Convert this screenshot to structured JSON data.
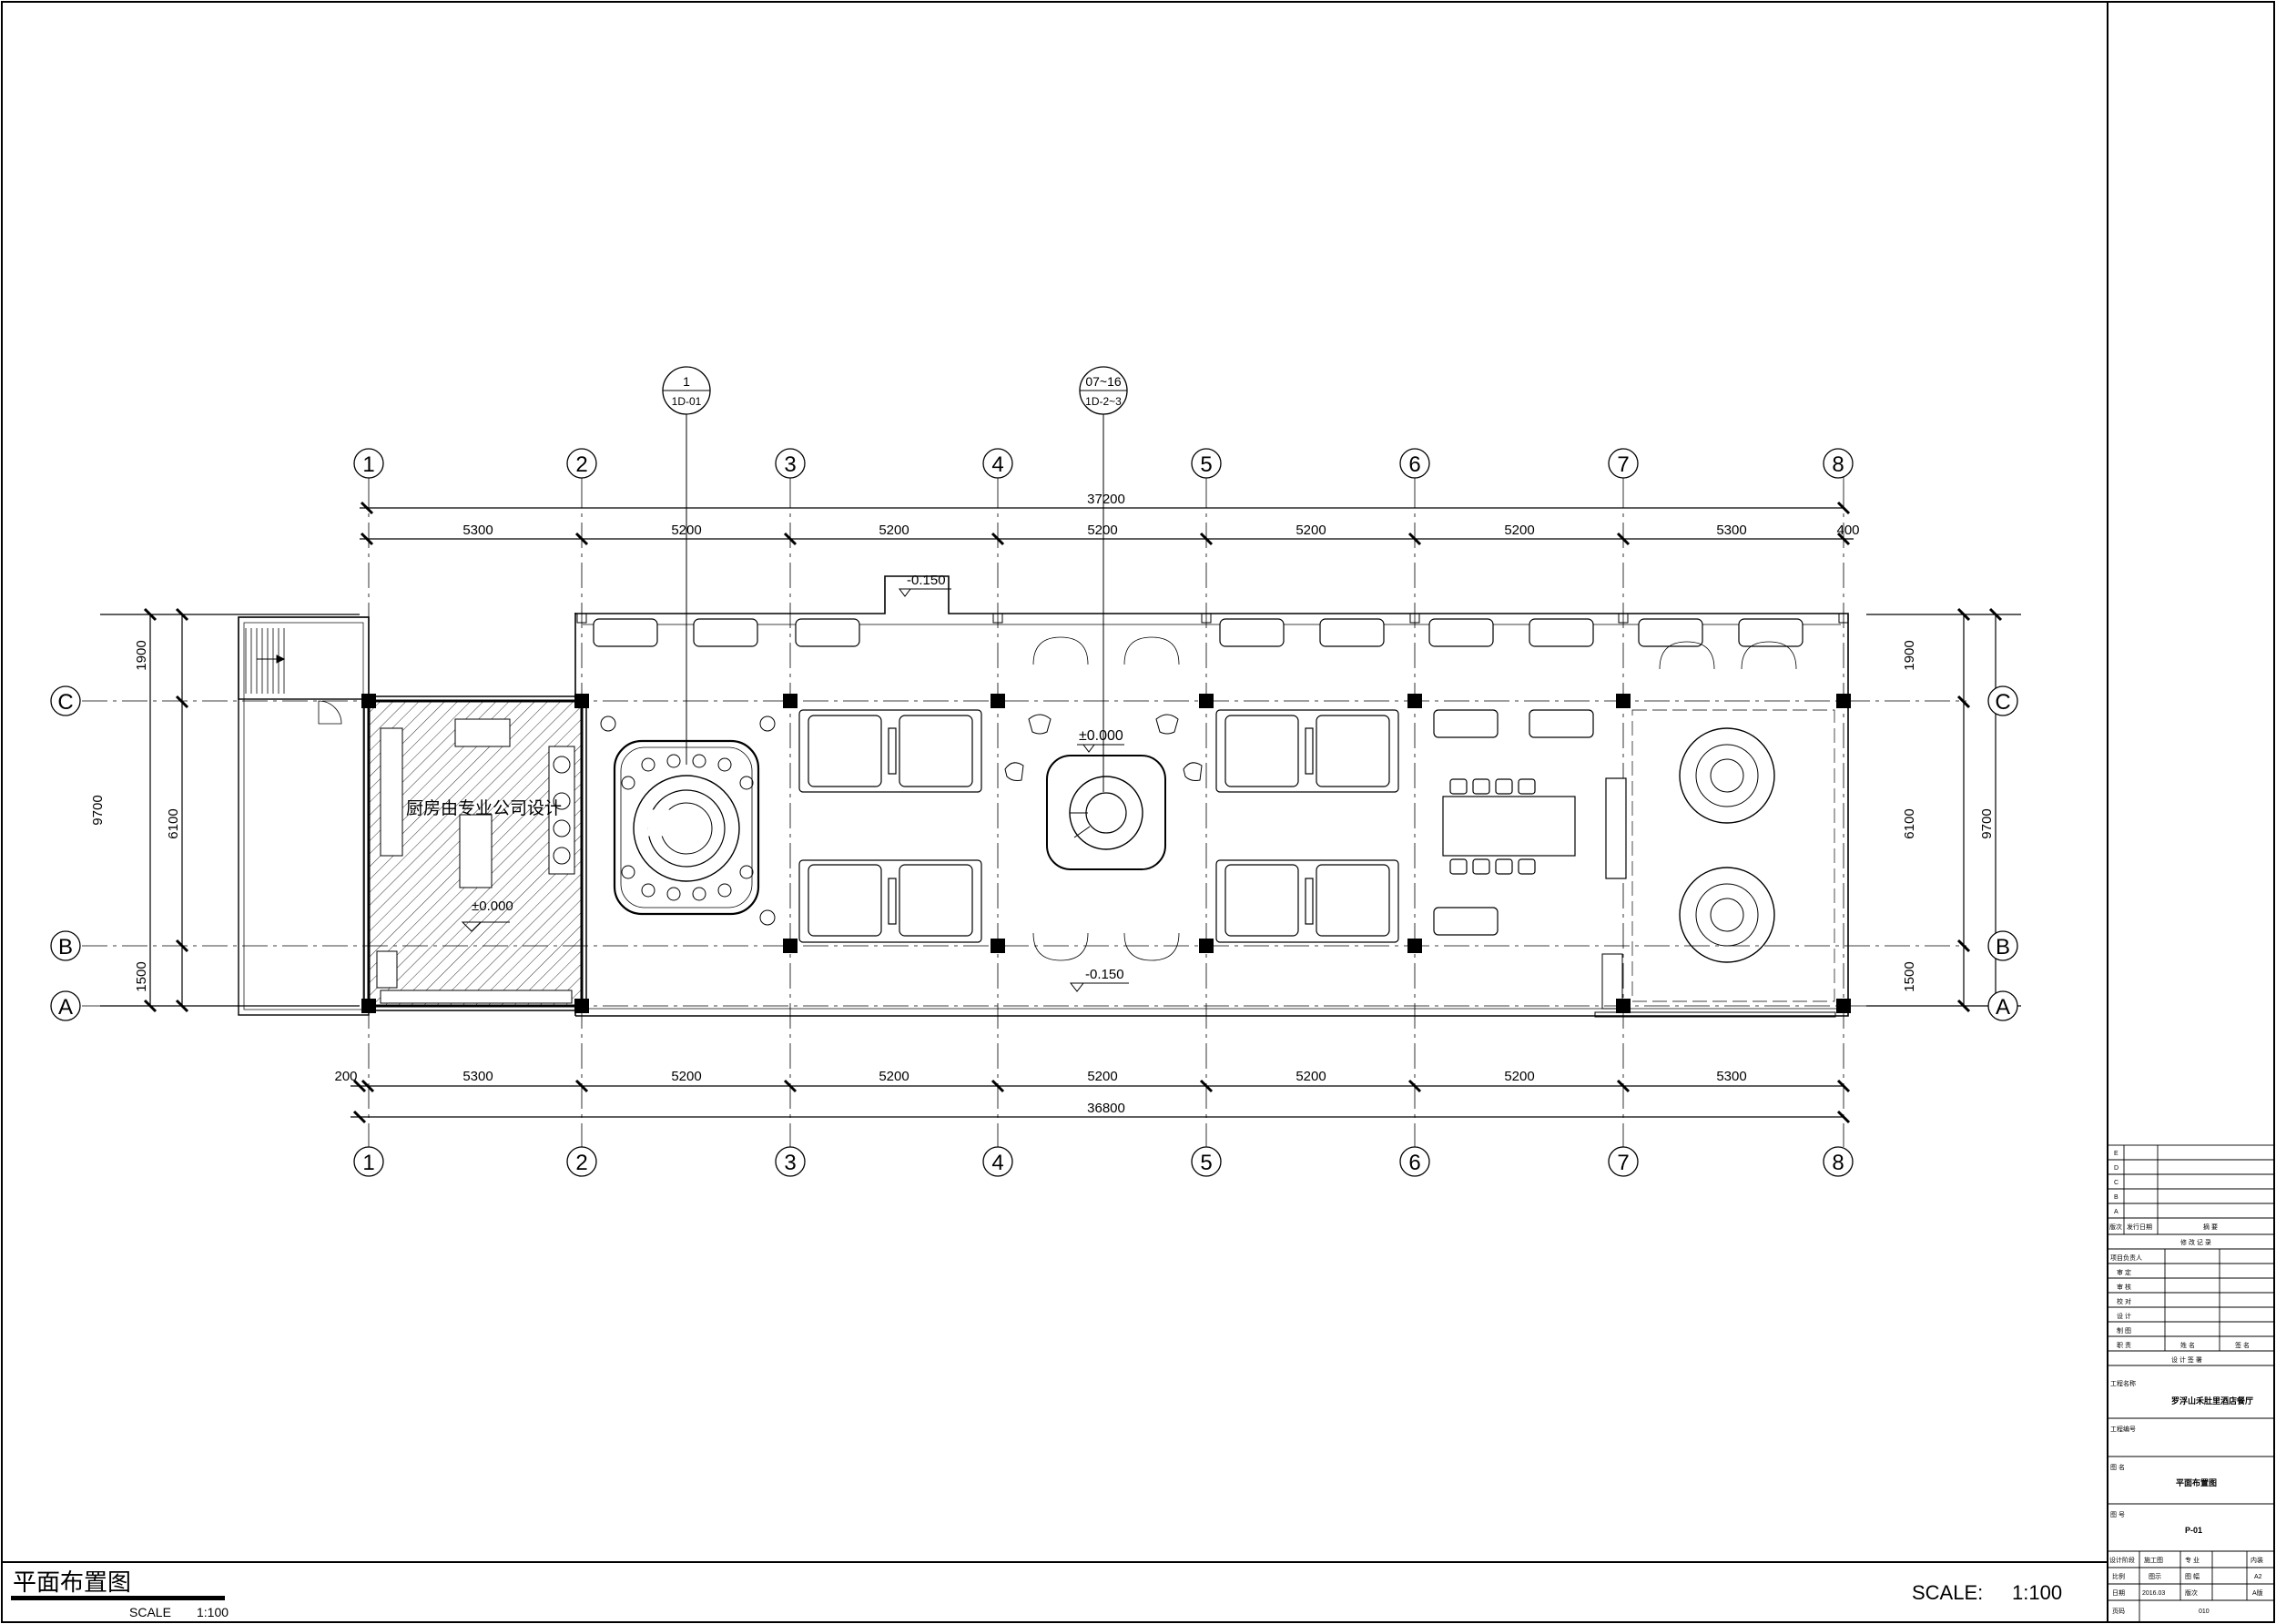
{
  "drawing": {
    "title": "平面布置图",
    "scale_block": {
      "label": "SCALE",
      "value": "1:100"
    },
    "scale_right": {
      "label": "SCALE:",
      "value": "1:100"
    }
  },
  "grid": {
    "columns": [
      "1",
      "2",
      "3",
      "4",
      "5",
      "6",
      "7",
      "8"
    ],
    "rows": [
      "C",
      "B",
      "A"
    ]
  },
  "dimensions": {
    "top_total": "37200",
    "top_segments": [
      "5300",
      "5200",
      "5200",
      "5200",
      "5200",
      "5200",
      "5300",
      "400"
    ],
    "bottom_total": "36800",
    "bottom_offset": "200",
    "bottom_segments": [
      "5300",
      "5200",
      "5200",
      "5200",
      "5200",
      "5200",
      "5300"
    ],
    "left_segments": [
      "1900",
      "6100",
      "1500"
    ],
    "left_total": "9700",
    "right_segments": [
      "1900",
      "6100",
      "1500"
    ],
    "right_total": "9700"
  },
  "levels": {
    "upper": "-0.150",
    "lower": "-0.150",
    "center": "±0.000",
    "kitchen": "±0.000"
  },
  "callouts": [
    {
      "top": "1",
      "bottom": "1D-01"
    },
    {
      "top": "07~16",
      "bottom": "1D-2~3"
    }
  ],
  "kitchen_note": "厨房由专业公司设计",
  "title_block": {
    "revision_letters": [
      "E",
      "D",
      "C",
      "B",
      "A"
    ],
    "revision_headers": [
      "版次",
      "发行日期",
      "摘 要"
    ],
    "revision_record": "修 改 记 录",
    "roles": [
      "项目负责人",
      "审 定",
      "审 核",
      "校 对",
      "设 计",
      "制 图"
    ],
    "role_cols": [
      "职 责",
      "姓 名",
      "签 名"
    ],
    "signature_label": "设 计 签 署",
    "project_label": "工程名称",
    "project_name": "罗浮山禾肚里酒店餐厅",
    "project_no_label": "工程编号",
    "drawing_name_label": "图 名",
    "drawing_name": "平面布置图",
    "drawing_no_label": "图 号",
    "drawing_no": "P-01",
    "stage_label": "设计阶段",
    "stage": "施工图",
    "discipline_label": "专 业",
    "discipline": "内装",
    "ratio_label": "比例",
    "ratio": "图示",
    "size_label": "图 幅",
    "size": "A2",
    "date_label": "日期",
    "date": "2016.03",
    "version_label": "版次",
    "version": "A版",
    "page_label": "页码",
    "page": "010"
  }
}
